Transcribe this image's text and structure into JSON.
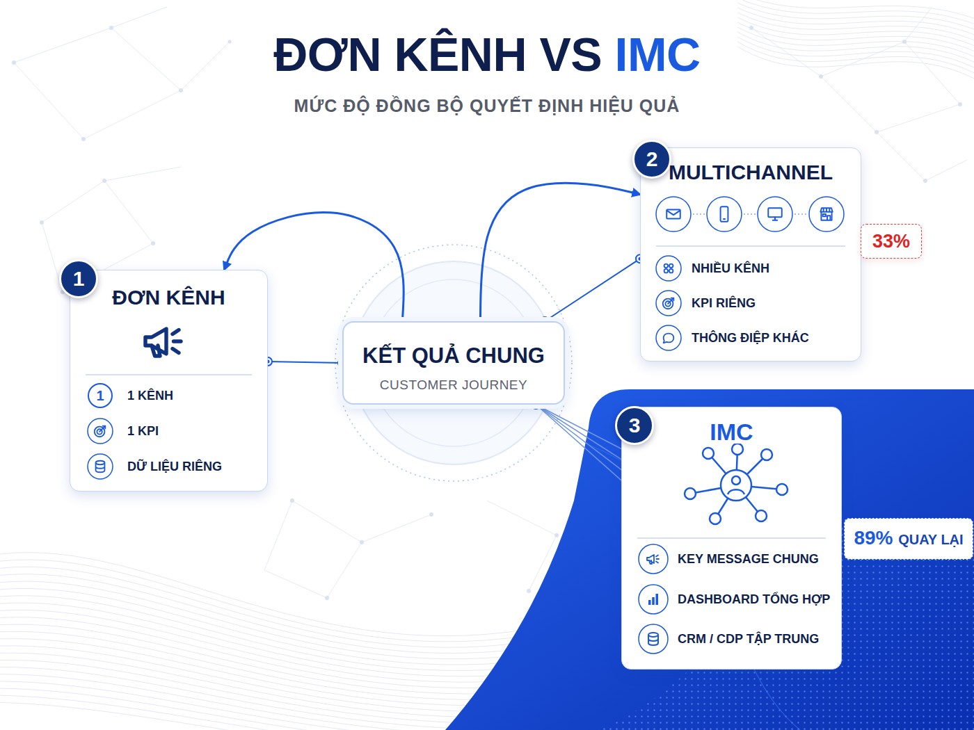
{
  "diagram": {
    "title": "ĐƠN KÊNH VS IMC",
    "nodes": [
      {
        "text": [
          "1",
          "ĐƠN KÊNH",
          "1",
          "1 KÊNH",
          "1 KPI",
          "DỮ LIỆU RIÊNG"
        ]
      },
      {
        "text": [
          "KẾT QUẢ CHUNG",
          "CUSTOMER JOURNEY"
        ]
      },
      {
        "text": [
          "2",
          "MULTICHANNEL",
          "NHIỀU KÊNH",
          "KPI RIÊNG",
          "THÔNG ĐIỆP KHÁC"
        ]
      },
      {
        "text": [
          "33%"
        ]
      },
      {
        "text": [
          "3",
          "IMC",
          "KEY MESSAGE CHUNG",
          "DASHBOARD TỔNG HỢP",
          "CRM / CDP TẬP TRUNG"
        ]
      },
      {
        "text": [
          "89% QUAY LẠI"
        ]
      }
    ],
    "edges": [
      {
        "from": 1,
        "to": 0,
        "arrow": "none"
      },
      {
        "from": 1,
        "to": 2,
        "arrow": "none"
      },
      {
        "from": 1,
        "to": 4,
        "arrow": "none"
      },
      {
        "from": 1,
        "to": 0,
        "arrow": "to"
      },
      {
        "from": 1,
        "to": 2,
        "arrow": "to"
      }
    ],
    "labels": [
      "MỨC ĐỘ ĐỒNG BỘ QUYẾT ĐỊNH HIỆU QUẢ"
    ]
  }
}
